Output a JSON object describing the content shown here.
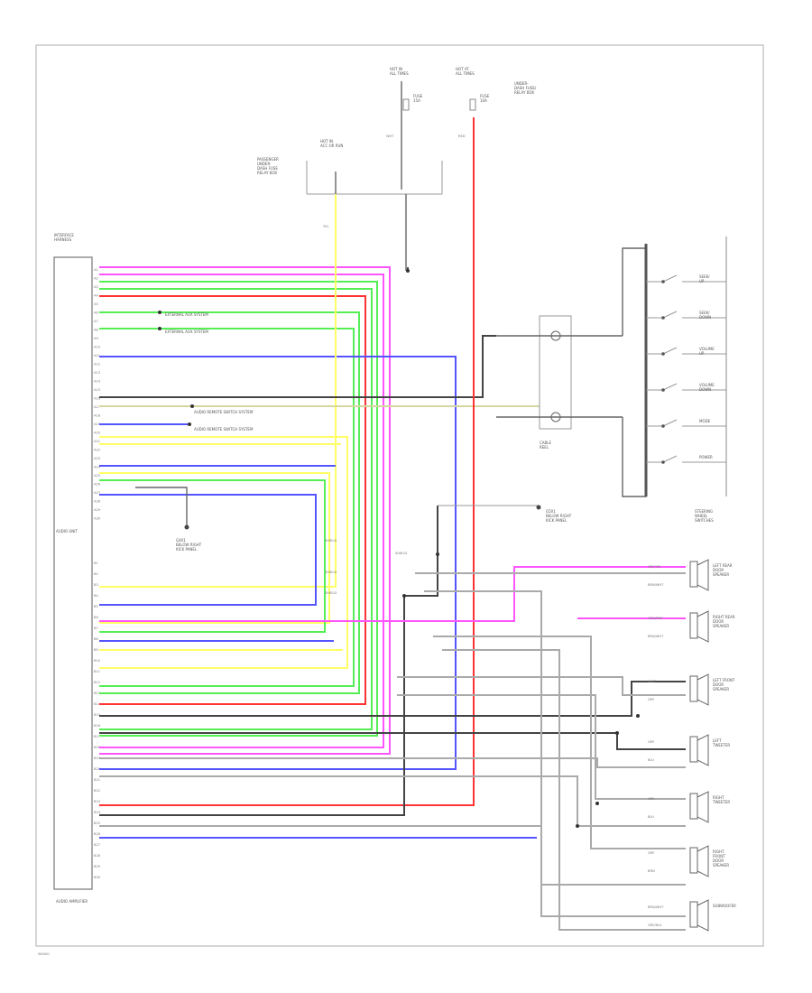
{
  "colors": {
    "pink": "#ff55ff",
    "red": "#ff3333",
    "green": "#55ee55",
    "yellow": "#ffff66",
    "blue": "#5555ff",
    "black": "#444444",
    "gray": "#aaaaaa",
    "olive": "#d6d6a0"
  },
  "unit": {
    "name": "AUDIO UNIT",
    "bottom_label": "AUDIO AMPLIFIER",
    "connector_top": "INTERFACE\nHARNESS",
    "pins_top": [
      "A1",
      "A2",
      "A3",
      "A4",
      "A5",
      "A6",
      "A7",
      "A8",
      "A9",
      "A10",
      "A11",
      "A12",
      "A13",
      "A14",
      "A15",
      "A16",
      "A17",
      "A18",
      "A19",
      "A20",
      "A21",
      "A22",
      "A23",
      "A24",
      "A25",
      "A26",
      "A27",
      "A28",
      "A29",
      "A30"
    ],
    "pins_bottom": [
      "B1",
      "B2",
      "B3",
      "B4",
      "B5",
      "B6",
      "B7",
      "B8",
      "B9",
      "B10",
      "B11",
      "B12",
      "B13",
      "B14",
      "B15",
      "B16",
      "B17",
      "B18",
      "B19",
      "B20",
      "B21",
      "B22",
      "B23",
      "B24",
      "B25",
      "B26",
      "B27",
      "B28",
      "B29",
      "B30"
    ]
  },
  "power": {
    "hot_run": "HOT IN\nALL TIMES",
    "hot_start": "HOT AT\nALL TIMES",
    "acc": "HOT IN\nACC OR RUN",
    "fuse_a": "FUSE\n15A",
    "fuse_b": "FUSE\n10A",
    "relay_box": "UNDER-\nDASH FUSE/\nRELAY BOX",
    "passenger_box": "PASSENGER\nUNDER-\nDASH FUSE\nRELAY BOX",
    "wire_wht": "WHT",
    "wire_yel": "YEL",
    "wire_red": "RED"
  },
  "remote": {
    "label": "CABLE\nREEL",
    "switch_caption": "STEERING\nWHEEL\nSWITCHES",
    "switches": [
      "SEEK/\nUP",
      "SEEK/\nDOWN",
      "VOLUME\nUP",
      "VOLUME\nDOWN",
      "MODE",
      "POWER"
    ]
  },
  "ground": {
    "label": "G401\nBELOW RIGHT\nKICK PANEL",
    "label2": "G501\nBELOW RIGHT\nKICK PANEL"
  },
  "side_labels": {
    "l1": "EXTERNAL AUX SYSTEM",
    "l2": "EXTERNAL AUX SYSTEM",
    "l3": "AUDIO REMOTE SWITCH SYSTEM",
    "l4": "AUDIO REMOTE SWITCH SYSTEM",
    "mid1": "SHIELD",
    "mid2": "SHIELD",
    "mid3": "SHIELD",
    "shield": "SHIELD"
  },
  "speakers": [
    {
      "name": "LEFT REAR\nDOOR\nSPEAKER",
      "w1": "GRY/YEL",
      "w2": "BRN/WHT"
    },
    {
      "name": "RIGHT REAR\nDOOR\nSPEAKER",
      "w1": "ORN/PNK",
      "w2": "BRN/WHT"
    },
    {
      "name": "LEFT FRONT\nDOOR\nSPEAKER",
      "w1": "WHT",
      "w2": "GRY"
    },
    {
      "name": "LEFT\nTWEETER",
      "w1": "GRY",
      "w2": "BLU"
    },
    {
      "name": "RIGHT\nTWEETER",
      "w1": "GRY",
      "w2": "BLU"
    },
    {
      "name": "RIGHT\nFRONT\nDOOR\nSPEAKER",
      "w1": "GRY",
      "w2": "BRN"
    },
    {
      "name": "SUBWOOFER",
      "w1": "BRN/WHT",
      "w2": "GRY/BLU"
    }
  ],
  "footer": "W0000"
}
